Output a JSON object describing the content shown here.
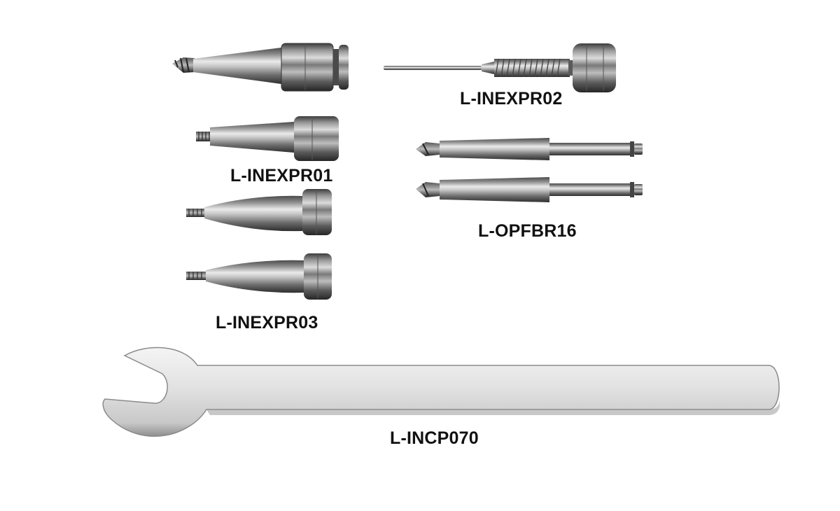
{
  "labels": {
    "inexpr02": "L-INEXPR02",
    "inexpr01": "L-INEXPR01",
    "opfbr16": "L-OPFBR16",
    "inexpr03": "L-INEXPR03",
    "incp070": "L-INCP070"
  },
  "colors": {
    "background": "#ffffff",
    "label_text": "#111111",
    "metal_dark": "#3a3a3a",
    "metal_mid": "#9a9a9a",
    "metal_light": "#e8e8e8"
  }
}
